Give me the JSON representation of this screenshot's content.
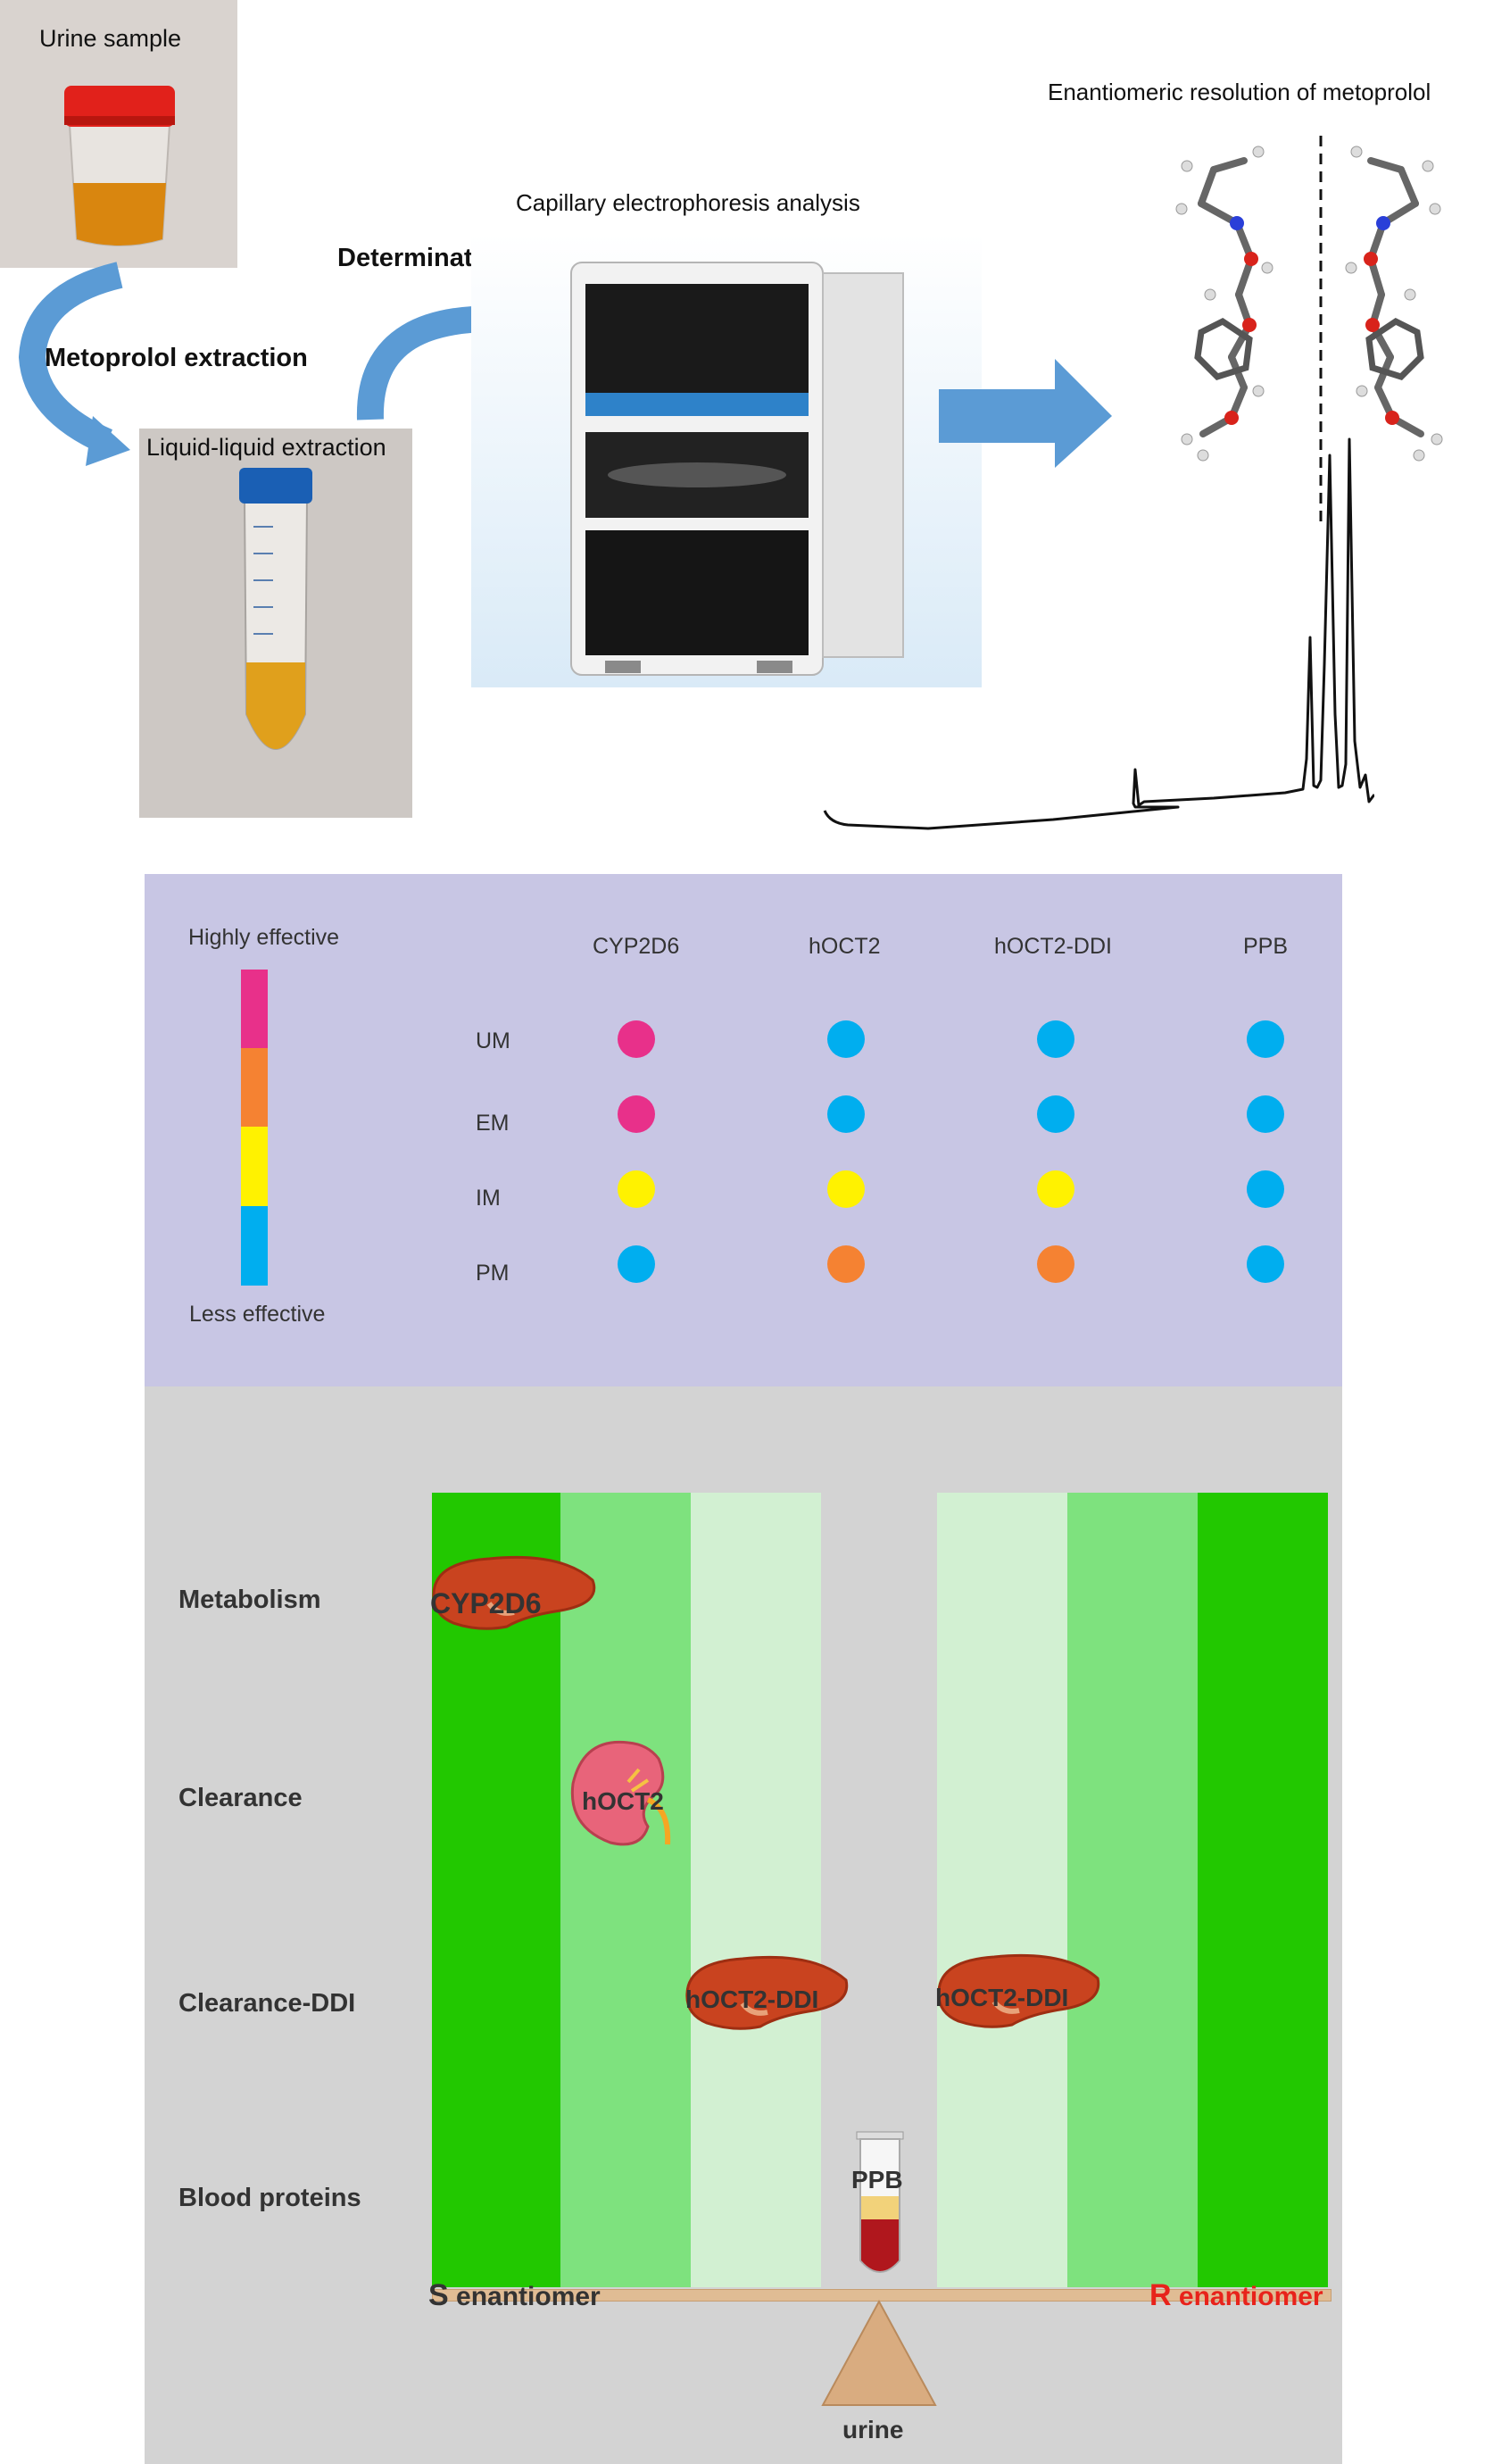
{
  "workflow": {
    "urine_sample": "Urine sample",
    "metoprolol_extraction": "Metoprolol extraction",
    "liquid_liquid_extraction": "Liquid-liquid extraction",
    "determination": "Determination",
    "capillary_electrophoresis": "Capillary electrophoresis analysis",
    "enantiomeric_resolution": "Enantiomeric resolution of metoprolol"
  },
  "effectiveness": {
    "scale_top": "Highly effective",
    "scale_bottom": "Less effective",
    "scale_colors": [
      "#e8308a",
      "#f58232",
      "#fff200",
      "#00aeef"
    ],
    "columns": [
      "CYP2D6",
      "hOCT2",
      "hOCT2-DDI",
      "PPB"
    ],
    "rows": [
      {
        "label": "UM",
        "colors": [
          "#e8308a",
          "#00aeef",
          "#00aeef",
          "#00aeef"
        ]
      },
      {
        "label": "EM",
        "colors": [
          "#e8308a",
          "#00aeef",
          "#00aeef",
          "#00aeef"
        ]
      },
      {
        "label": "IM",
        "colors": [
          "#fff200",
          "#fff200",
          "#fff200",
          "#00aeef"
        ]
      },
      {
        "label": "PM",
        "colors": [
          "#00aeef",
          "#f58232",
          "#f58232",
          "#00aeef"
        ]
      }
    ]
  },
  "balance": {
    "rows": [
      "Metabolism",
      "Clearance",
      "Clearance-DDI",
      "Blood proteins"
    ],
    "organ_labels": {
      "cyp2d6": "CYP2D6",
      "hoct2": "hOCT2",
      "hoct2_ddi_left": "hOCT2-DDI",
      "hoct2_ddi_right": "hOCT2-DDI",
      "ppb": "PPB"
    },
    "s_letter": "S",
    "s_rest": " enantiomer",
    "r_letter": "R",
    "r_rest": " enantiomer",
    "fulcrum_label": "urine",
    "band_colors": [
      "#22c800",
      "#7ee27e",
      "#d2f0d2"
    ]
  }
}
